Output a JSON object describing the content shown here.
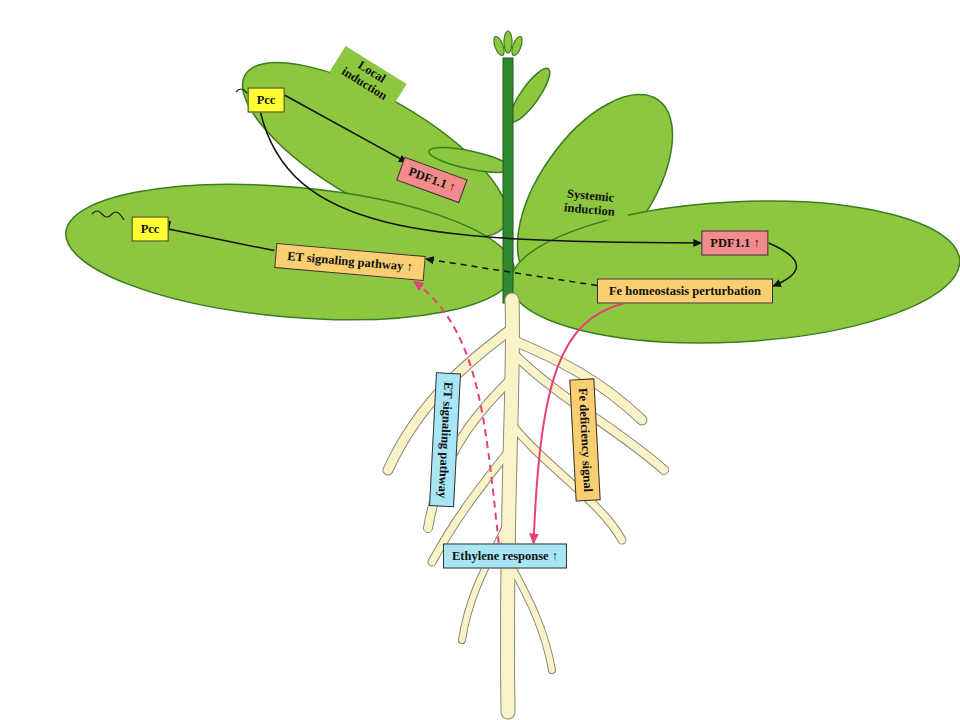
{
  "diagram": {
    "nodes": [
      {
        "text": [
          "Pcc"
        ]
      },
      {
        "text": [
          "PDF1.1 ↑"
        ]
      },
      {
        "text": [
          "Pcc"
        ]
      },
      {
        "text": [
          "ET signaling pathway ↑"
        ]
      },
      {
        "text": [
          "PDF1.1 ↑"
        ]
      },
      {
        "text": [
          "Fe homeostasis perturbation"
        ]
      },
      {
        "text": [
          "ET signaling pathway"
        ]
      },
      {
        "text": [
          "Fe deficiency signal"
        ]
      },
      {
        "text": [
          "Ethylene response ↑"
        ]
      }
    ],
    "edges": [
      {
        "from": 0,
        "to": 1,
        "label": "Local induction",
        "arrow": "to"
      },
      {
        "from": 0,
        "to": 4,
        "label": "Systemic induction",
        "arrow": "to"
      },
      {
        "from": 4,
        "to": 5,
        "arrow": "to"
      },
      {
        "from": 5,
        "to": 3,
        "arrow": "to"
      },
      {
        "from": 3,
        "to": 2,
        "arrow": "to"
      },
      {
        "from": 5,
        "to": 8,
        "arrow": "to"
      },
      {
        "from": 8,
        "to": 3,
        "arrow": "to"
      }
    ]
  }
}
